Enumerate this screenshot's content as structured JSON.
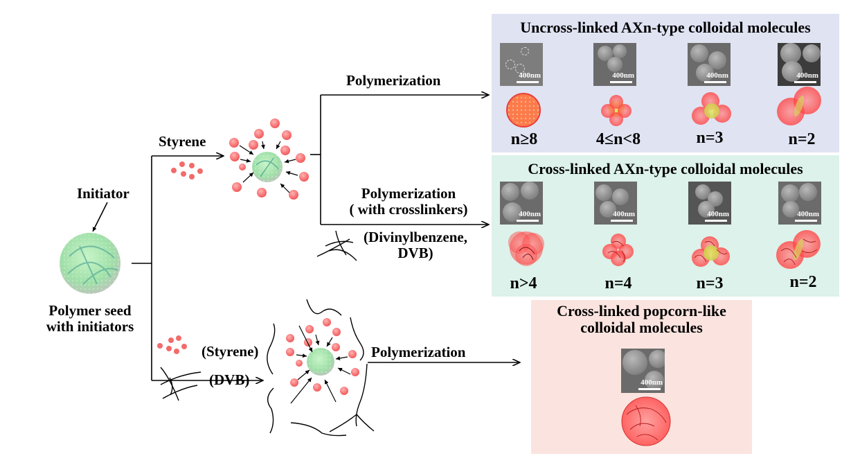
{
  "diagram": {
    "seed": {
      "initiator_label": "Initiator",
      "caption_line1": "Polymer seed",
      "caption_line2": "with initiators",
      "icon": "polymer-seed-sphere"
    },
    "upper_branch": {
      "reagent_label": "Styrene",
      "reagent_icon": "styrene-droplets",
      "route_uncrosslinked": {
        "label": "Polymerization"
      },
      "route_crosslinked": {
        "label_line1": "Polymerization",
        "label_line2": "( with crosslinkers)",
        "crosslinker_line1": "(Divinylbenzene,",
        "crosslinker_line2": "DVB)",
        "crosslinker_icon": "dvb-strands"
      }
    },
    "lower_branch": {
      "reagent_label_1": "(Styrene)",
      "reagent_label_2": "(DVB)",
      "route_label": "Polymerization"
    },
    "panels": {
      "uncrosslinked": {
        "title": "Uncross-linked AXn-type colloidal molecules",
        "bg_color": "#e0e3f2",
        "items": [
          {
            "n_label": "n≥8",
            "scale": "400nm"
          },
          {
            "n_label": "4≤n<8",
            "scale": "400nm"
          },
          {
            "n_label": "n=3",
            "scale": "400nm"
          },
          {
            "n_label": "n=2",
            "scale": "400nm"
          }
        ]
      },
      "crosslinked": {
        "title": "Cross-linked AXn-type colloidal molecules",
        "bg_color": "#dcf2ea",
        "items": [
          {
            "n_label": "n>4",
            "scale": "400nm"
          },
          {
            "n_label": "n=4",
            "scale": "400nm"
          },
          {
            "n_label": "n=3",
            "scale": "400nm"
          },
          {
            "n_label": "n=2",
            "scale": "400nm"
          }
        ]
      },
      "popcorn": {
        "title_line1": "Cross-linked popcorn-like",
        "title_line2": "colloidal molecules",
        "bg_color": "#fbe4df",
        "scale": "400nm"
      }
    },
    "colors": {
      "monomer_red": "#f26b6b",
      "seed_green": "#9fe0a8",
      "particle_red": "#ff5b5b",
      "core_yellow": "#d8e060"
    }
  }
}
